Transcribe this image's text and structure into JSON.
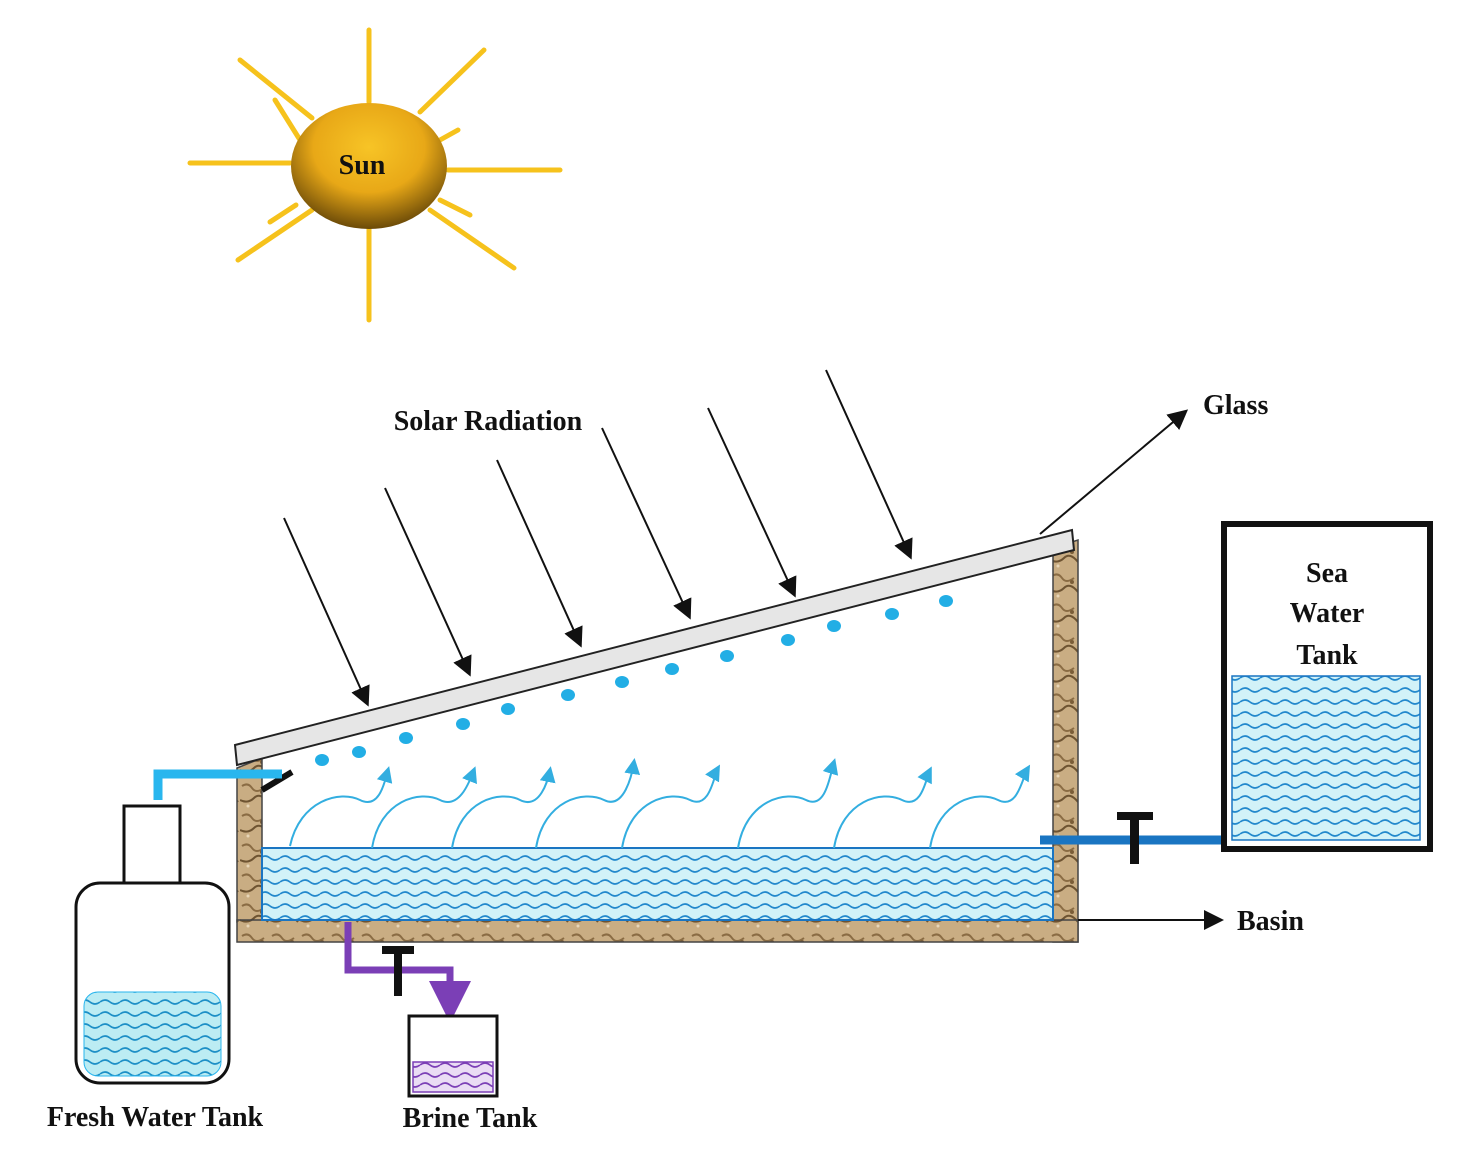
{
  "labels": {
    "sun": "Sun",
    "solar_radiation": "Solar Radiation",
    "glass": "Glass",
    "sea_tank_line1": "Sea",
    "sea_tank_line2": "Water",
    "sea_tank_line3": "Tank",
    "basin": "Basin",
    "fresh_water_tank": "Fresh Water Tank",
    "brine_tank": "Brine Tank"
  },
  "colors": {
    "sun_ray": "#f6c21c",
    "sun_center": "#f4b51c",
    "sun_edge": "#6b4a08",
    "glass": "#e6e6e6",
    "wall": "#c9ad83",
    "droplet": "#22aee5",
    "vapor": "#33aee0",
    "water_fill": "#c8f0f6",
    "wave": "#2288cc",
    "fresh_pipe": "#29b6ee",
    "sea_pipe": "#1a75c2",
    "brine_pipe": "#7b3fb6",
    "brine_fill": "#e6d8f2",
    "valve": "#111111"
  }
}
